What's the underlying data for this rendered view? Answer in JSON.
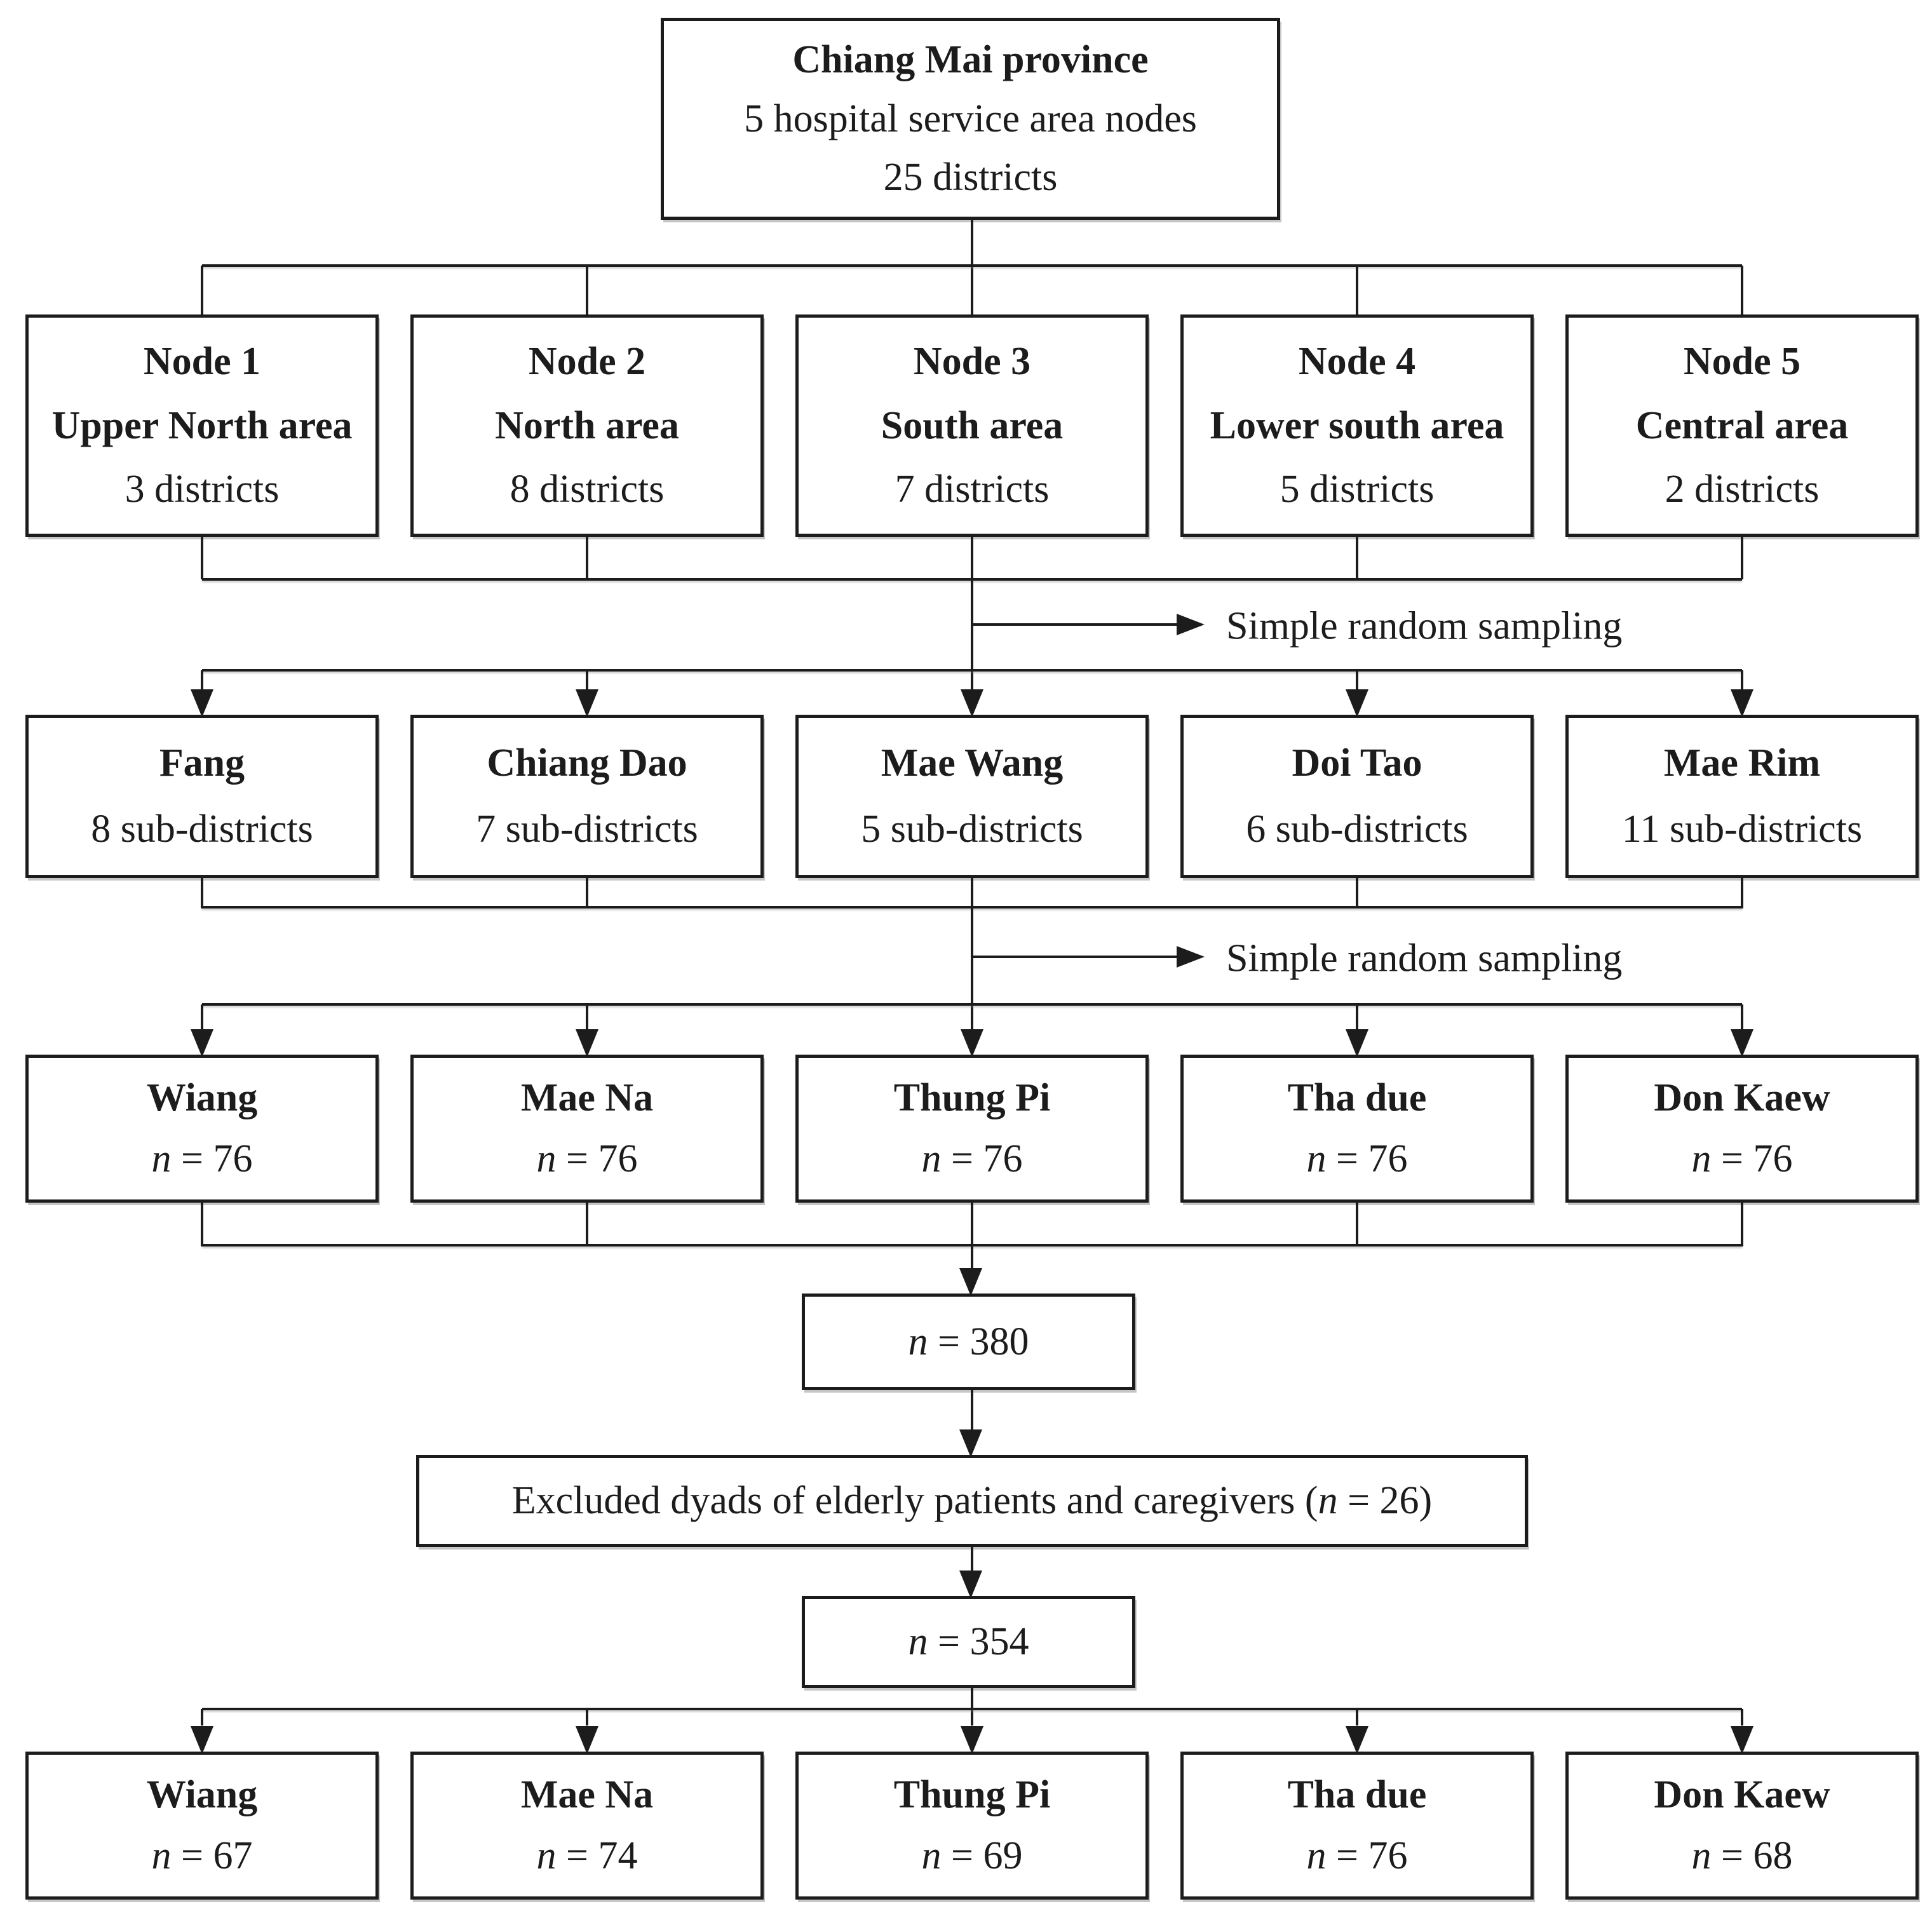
{
  "colors": {
    "ink": "#1c1c1c",
    "background": "#ffffff"
  },
  "flowchart": {
    "top_box": {
      "line1": "Chiang Mai province",
      "line2": "5 hospital service area nodes",
      "line3": "25 districts"
    },
    "sampling_step_1": {
      "label": "Simple random sampling"
    },
    "sampling_step_2": {
      "label": "Simple random sampling"
    },
    "node_row": [
      {
        "line1": "Node 1",
        "line2": "Upper North area",
        "line3": "3 districts"
      },
      {
        "line1": "Node 2",
        "line2": "North area",
        "line3": "8 districts"
      },
      {
        "line1": "Node 3",
        "line2": "South area",
        "line3": "7 districts"
      },
      {
        "line1": "Node 4",
        "line2": "Lower south area",
        "line3": "5 districts"
      },
      {
        "line1": "Node 5",
        "line2": "Central area",
        "line3": "2 districts"
      }
    ],
    "district_row": [
      {
        "name": "Fang",
        "detail": "8 sub-districts"
      },
      {
        "name": "Chiang Dao",
        "detail": "7 sub-districts"
      },
      {
        "name": "Mae Wang",
        "detail": "5 sub-districts"
      },
      {
        "name": "Doi Tao",
        "detail": "6 sub-districts"
      },
      {
        "name": "Mae Rim",
        "detail": "11 sub-districts"
      }
    ],
    "sample_row": [
      {
        "name": "Wiang",
        "var": "n",
        "rest": " = 76"
      },
      {
        "name": "Mae Na",
        "var": "n",
        "rest": " = 76"
      },
      {
        "name": "Thung Pi",
        "var": "n",
        "rest": " = 76"
      },
      {
        "name": "Tha due",
        "var": "n",
        "rest": " = 76"
      },
      {
        "name": "Don Kaew",
        "var": "n",
        "rest": " = 76"
      }
    ],
    "total_box": {
      "var": "n",
      "rest": " = 380"
    },
    "excluded_box": {
      "before": "Excluded dyads of elderly patients and caregivers (",
      "var": "n",
      "after": " = 26)"
    },
    "retained_box": {
      "var": "n",
      "rest": " = 354"
    },
    "final_row": [
      {
        "name": "Wiang",
        "var": "n",
        "rest": " = 67"
      },
      {
        "name": "Mae Na",
        "var": "n",
        "rest": " = 74"
      },
      {
        "name": "Thung Pi",
        "var": "n",
        "rest": " = 69"
      },
      {
        "name": "Tha due",
        "var": "n",
        "rest": " = 76"
      },
      {
        "name": "Don Kaew",
        "var": "n",
        "rest": " = 68"
      }
    ]
  }
}
